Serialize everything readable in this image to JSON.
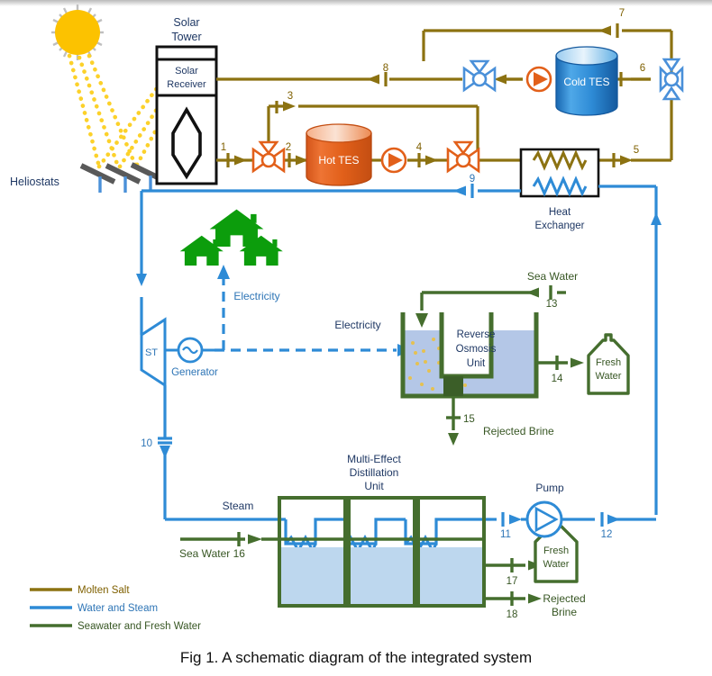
{
  "figure": {
    "caption": "Fig 1. A schematic diagram of the integrated system"
  },
  "colors": {
    "molten_salt": "#8C7211",
    "water_steam": "#2E8BD6",
    "seawater_fresh": "#456E2E",
    "hot_tes": "#E2601A",
    "cold_tes": "#2E8BD6",
    "sun": "#FCC200",
    "ray": "#FCD12A",
    "heliostat_panel": "#595959",
    "house_green": "#0C9D0C",
    "text_navy": "#1F3864",
    "text_blue": "#2E75B6",
    "text_green": "#375623"
  },
  "components": {
    "solar_tower": "Solar\nTower",
    "solar_tower_line1": "Solar",
    "solar_tower_line2": "Tower",
    "solar_receiver_line1": "Solar",
    "solar_receiver_line2": "Receiver",
    "heliostats": "Heliostats",
    "hot_tes": "Hot TES",
    "cold_tes": "Cold TES",
    "heat_exchanger_line1": "Heat",
    "heat_exchanger_line2": "Exchanger",
    "steam_turbine": "ST",
    "generator": "Generator",
    "reverse_osmosis_line1": "Reverse",
    "reverse_osmosis_line2": "Osmosis",
    "reverse_osmosis_line3": "Unit",
    "med_line1": "Multi-Effect",
    "med_line2": "Distillation",
    "med_line3": "Unit",
    "pump": "Pump",
    "fresh_water_ro_line1": "Fresh",
    "fresh_water_ro_line2": "Water",
    "fresh_water_med_line1": "Fresh",
    "fresh_water_med_line2": "Water",
    "rejected_brine_ro": "Rejected Brine",
    "rejected_brine_med_line1": "Rejected",
    "rejected_brine_med_line2": "Brine"
  },
  "flow_labels": {
    "electricity_houses": "Electricity",
    "electricity_ro": "Electricity",
    "sea_water_ro": "Sea Water",
    "sea_water_med": "Sea Water 16",
    "steam": "Steam"
  },
  "stream_numbers": {
    "s1": "1",
    "s2": "2",
    "s3": "3",
    "s4": "4",
    "s5": "5",
    "s6": "6",
    "s7": "7",
    "s8": "8",
    "s9": "9",
    "s10": "10",
    "s11": "11",
    "s12": "12",
    "s13": "13",
    "s14": "14",
    "s15": "15",
    "s16": "16",
    "s17": "17",
    "s18": "18"
  },
  "legend": {
    "items": [
      {
        "label": "Molten Salt",
        "color": "#8C7211"
      },
      {
        "label": "Water and Steam",
        "color": "#2E8BD6"
      },
      {
        "label": "Seawater and Fresh Water",
        "color": "#456E2E"
      }
    ]
  }
}
